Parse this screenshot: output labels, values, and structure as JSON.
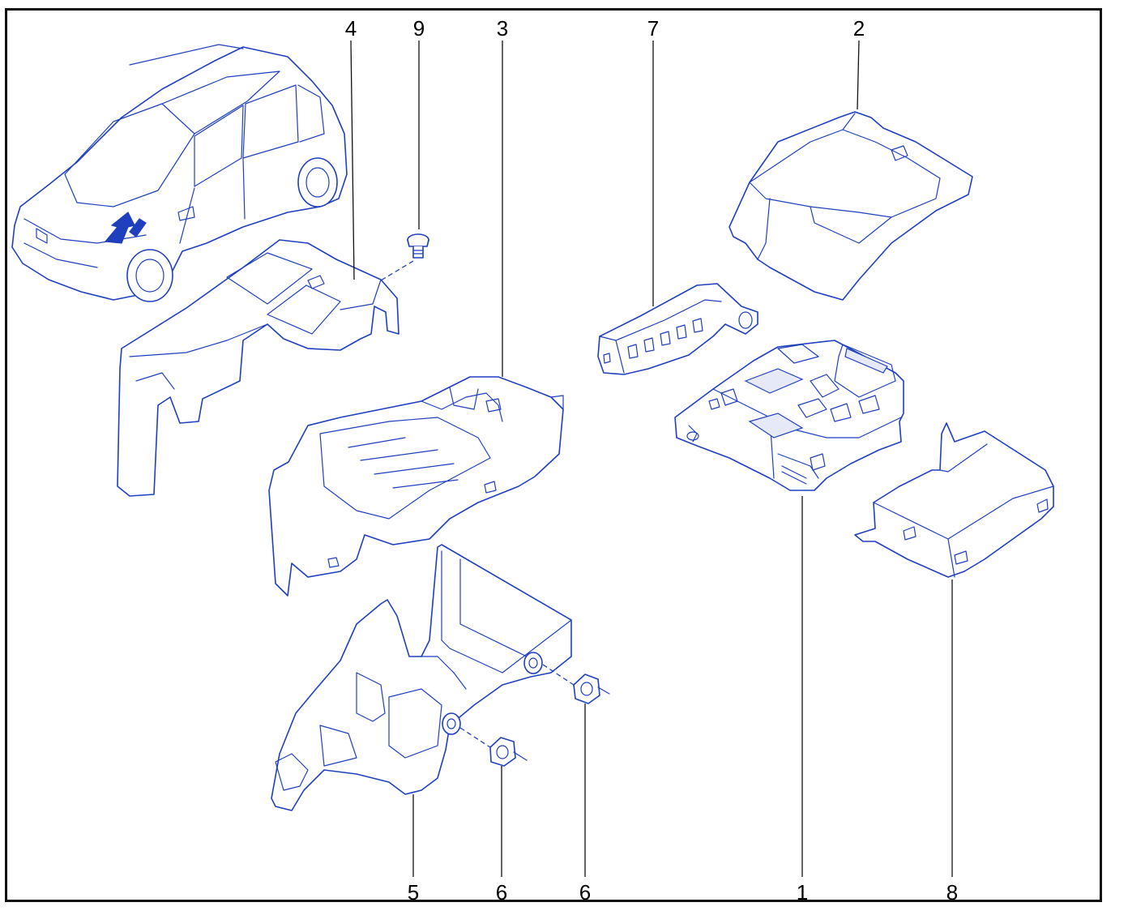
{
  "diagram": {
    "callouts": {
      "c4": "4",
      "c9": "9",
      "c3": "3",
      "c7": "7",
      "c2": "2",
      "c5": "5",
      "c6a": "6",
      "c6b": "6",
      "c1": "1",
      "c8": "8"
    },
    "colors": {
      "line_art": "#1f3fbf",
      "frame": "#111111",
      "callout_text": "#000000"
    }
  }
}
